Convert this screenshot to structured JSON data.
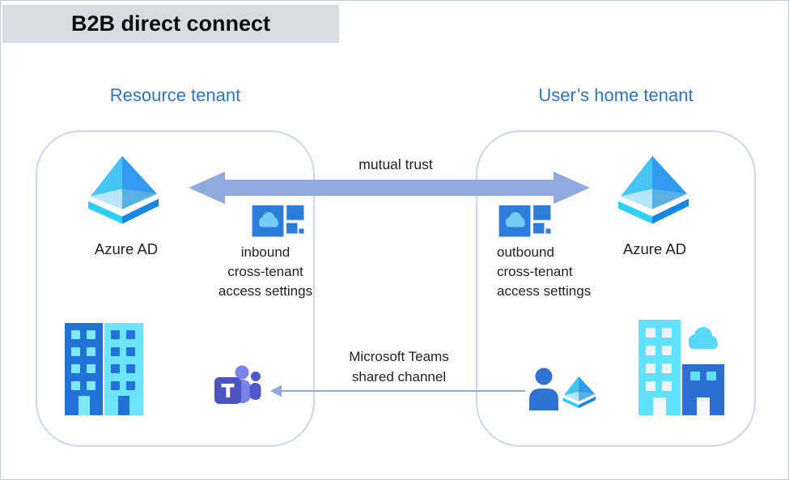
{
  "title": {
    "banner_label": "B2B direct connect"
  },
  "tenants": {
    "resource": {
      "heading": "Resource tenant",
      "directory_label": "Azure AD",
      "access_settings": [
        "inbound",
        "cross-tenant",
        "access settings"
      ]
    },
    "home": {
      "heading": "User’s home tenant",
      "directory_label": "Azure AD",
      "access_settings": [
        "outbound",
        "cross-tenant",
        "access settings"
      ]
    }
  },
  "connections": {
    "mutual_trust_label": "mutual trust",
    "teams_channel": [
      "Microsoft Teams",
      "shared channel"
    ]
  },
  "icons": {
    "left": [
      "azure-ad-icon",
      "cross-tenant-access-settings-icon",
      "buildings-icon",
      "teams-icon"
    ],
    "right": [
      "azure-ad-icon",
      "cross-tenant-access-settings-icon",
      "user-icon",
      "azure-ad-small-icon",
      "buildings-cloud-icon"
    ]
  },
  "colors": {
    "banner_bg": "#d8dbe2",
    "heading_blue": "#2e74c4",
    "box_border": "#ccd7ef",
    "arrow": "#8faadc",
    "icon_blue": "#2b7dd9",
    "cloud_light_blue": "#74cbf4",
    "building_blue": "#2272d8",
    "building_cyan": "#6ce4fd",
    "teams_purple_dark": "#4b53bc",
    "teams_purple_mid": "#5059c9",
    "teams_purple_light": "#7b83eb",
    "person_blue": "#2e72d2",
    "pyramid_top_left": "#44c5f4",
    "pyramid_top_right": "#2f9af0",
    "pyramid_bottom_left": "#b6e6fb",
    "pyramid_bottom_right": "#58b0e4",
    "pyramid_base_left": "#2fd0f7",
    "pyramid_base_right": "#1787e5"
  }
}
